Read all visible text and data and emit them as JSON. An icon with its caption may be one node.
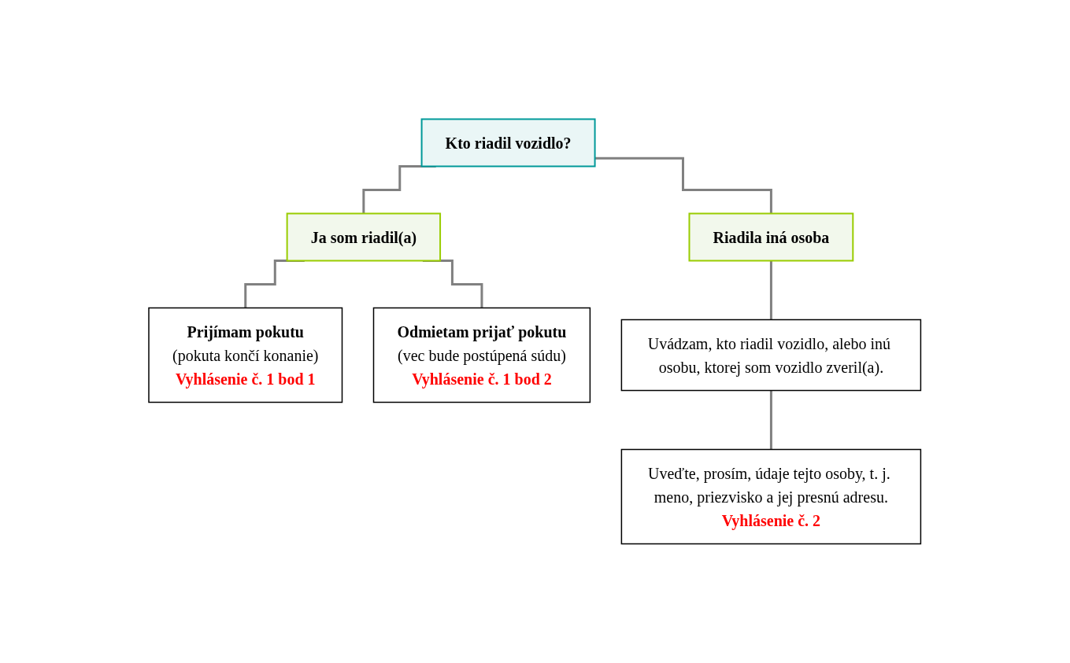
{
  "diagram": {
    "nodes": [
      {
        "text": [
          "Kto riadil vozidlo?"
        ]
      },
      {
        "text": [
          "Ja som riadil(a)"
        ]
      },
      {
        "text": [
          "Riadila iná osoba"
        ]
      },
      {
        "text": [
          "Prijímam pokutu",
          "(pokuta končí konanie)",
          "Vyhlásenie č. 1 bod 1"
        ]
      },
      {
        "text": [
          "Odmietam prijať pokutu",
          "(vec bude postúpená súdu)",
          "Vyhlásenie č. 1 bod 2"
        ]
      },
      {
        "text": [
          "Uvádzam, kto riadil vozidlo, alebo inú osobu, ktorej som vozidlo zveril(a)."
        ]
      },
      {
        "text": [
          "Uveďte, prosím, údaje tejto osoby, t. j. meno, priezvisko a jej presnú adresu.",
          "Vyhlásenie č. 2"
        ]
      }
    ],
    "edges": [
      {
        "from": 0,
        "to": 1,
        "arrow": "none"
      },
      {
        "from": 0,
        "to": 2,
        "arrow": "none"
      },
      {
        "from": 1,
        "to": 3,
        "arrow": "none"
      },
      {
        "from": 1,
        "to": 4,
        "arrow": "none"
      },
      {
        "from": 2,
        "to": 5,
        "arrow": "none"
      },
      {
        "from": 5,
        "to": 6,
        "arrow": "none"
      }
    ]
  }
}
